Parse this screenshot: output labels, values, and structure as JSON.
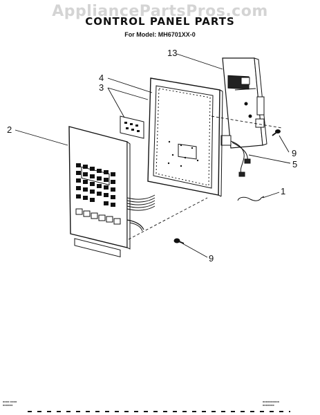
{
  "watermark": "AppliancePartsPros.com",
  "title": "CONTROL PANEL PARTS",
  "subtitle": "For Model: MH6701XX-0",
  "callouts": {
    "c13": "13",
    "c4": "4",
    "c3": "3",
    "c2": "2",
    "c9a": "9",
    "c5": "5",
    "c1": "1",
    "c9b": "9"
  },
  "colors": {
    "line": "#111111",
    "paper": "#ffffff",
    "watermark": "#d4d4d4"
  }
}
